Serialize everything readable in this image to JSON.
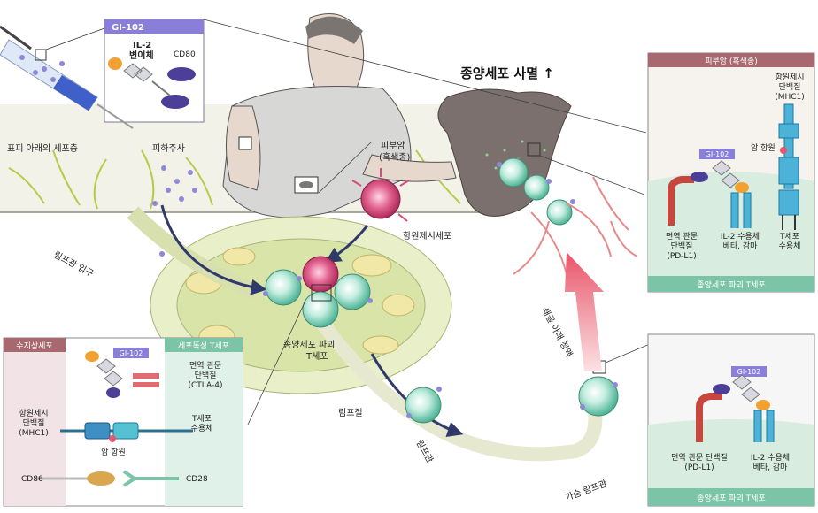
{
  "injection_box": {
    "header": "GI-102",
    "il2_variant": [
      "IL-2",
      "변이체"
    ],
    "cd80": "CD80"
  },
  "headline": "종양세포 사멸 ↑",
  "labels": {
    "epidermis": "표피 아래의 세포층",
    "subcutaneous": "피하주사",
    "melanoma_callout": [
      "피부암",
      "(흑색종)"
    ],
    "apc": "항원제시세포",
    "lymph_inlet": "림프관 입구",
    "killer_t_node": [
      "종양세포 파괴",
      "T세포"
    ],
    "lymph_node": "림프절",
    "lymph_vessel": "림프관",
    "thoracic_duct": "가슴 림프관",
    "subclavian_vein": "쇄골 아래 정맥"
  },
  "melanoma_panel": {
    "title": "피부암 (흑색종)",
    "mhc1": [
      "항원제시",
      "단백질",
      "(MHC1)"
    ],
    "antigen": "암 항원",
    "gi102": "GI-102",
    "pdl1": [
      "면역 관문",
      "단백질",
      "(PD-L1)"
    ],
    "il2r": [
      "IL-2 수용체",
      "베타, 감마"
    ],
    "tcr": [
      "T세포",
      "수용체"
    ],
    "footer": "종양세포 파괴 T세포"
  },
  "blood_panel": {
    "gi102": "GI-102",
    "pdl1": [
      "면역 관문 단백질",
      "(PD-L1)"
    ],
    "il2r": [
      "IL-2 수용체",
      "베타, 감마"
    ],
    "footer": "종양세포 파괴 T세포"
  },
  "lymph_panel": {
    "left_title": "수지상세포",
    "right_title": "세포독성 T세포",
    "gi102": "GI-102",
    "ctla4": [
      "면역 관문",
      "단백질",
      "(CTLA-4)"
    ],
    "mhc1": [
      "항원제시",
      "단백질",
      "(MHC1)"
    ],
    "tcr": [
      "T세포",
      "수용체"
    ],
    "antigen": "암 항원",
    "cd86": "CD86",
    "cd28": "CD28"
  },
  "colors": {
    "gi102_purple": "#8a7fd8",
    "panel_green": "#7cc4a8",
    "panel_pink": "#a7696f",
    "t_cell": "#7dd1b6",
    "apc": "#d9497a",
    "arrow_red": "#e9556a"
  }
}
